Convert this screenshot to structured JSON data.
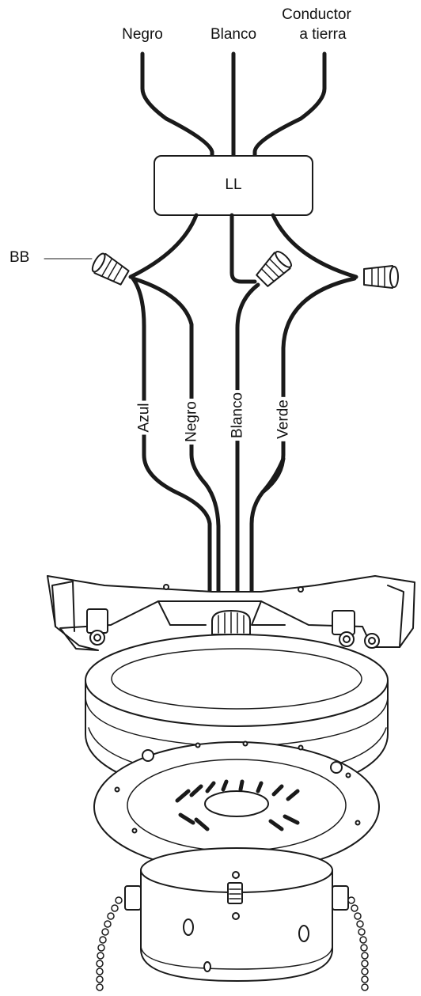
{
  "labels": {
    "top_negro": "Negro",
    "top_blanco": "Blanco",
    "top_ground_1": "Conductor",
    "top_ground_2": "a tierra",
    "box": "LL",
    "connector": "BB",
    "wire_azul": "Azul",
    "wire_negro": "Negro",
    "wire_blanco": "Blanco",
    "wire_verde": "Verde"
  },
  "colors": {
    "line": "#1a1a1a",
    "background": "#ffffff"
  }
}
